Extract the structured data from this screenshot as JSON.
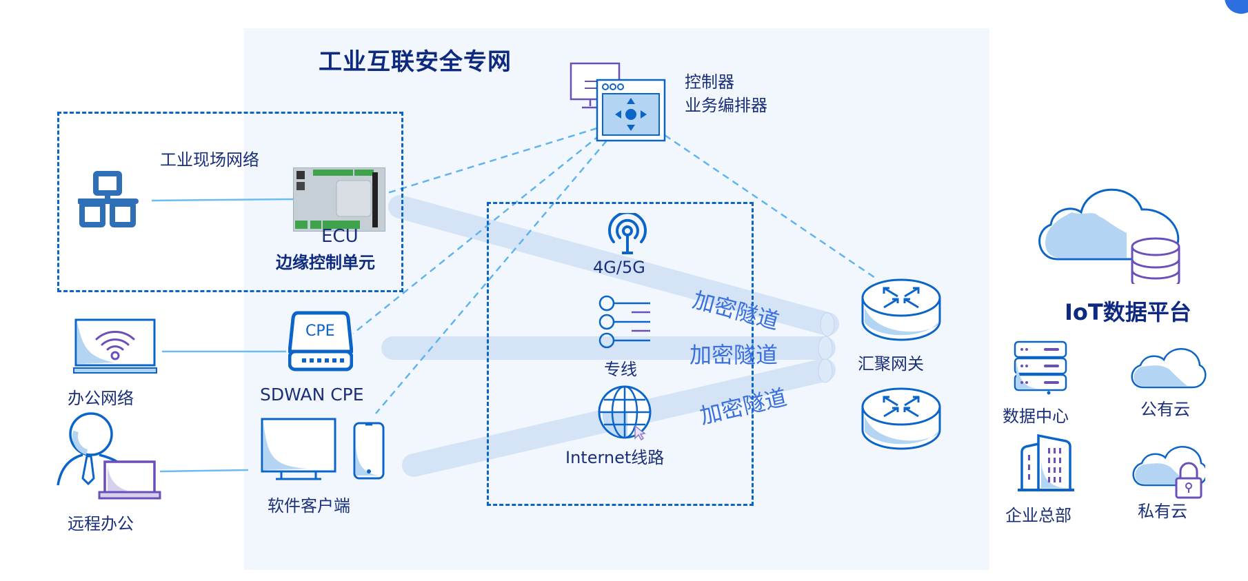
{
  "diagram": {
    "title": "工业互联安全专网",
    "controller": {
      "line1": "控制器",
      "line2": "业务编排器"
    },
    "field_network": {
      "label": "工业现场网络"
    },
    "ecu": {
      "name": "ECU",
      "subtitle": "边缘控制单元"
    },
    "office": {
      "label": "办公网络"
    },
    "cpe": {
      "badge": "CPE",
      "label": "SDWAN CPE"
    },
    "remote": {
      "label": "远程办公"
    },
    "software_client": {
      "label": "软件客户端"
    },
    "links": [
      {
        "id": "4g5g",
        "label": "4G/5G",
        "icon": "antenna-icon"
      },
      {
        "id": "leased",
        "label": "专线",
        "icon": "leased-line-icon"
      },
      {
        "id": "internet",
        "label": "Internet线路",
        "icon": "globe-icon"
      }
    ],
    "tunnels": [
      {
        "label": "加密隧道"
      },
      {
        "label": "加密隧道"
      },
      {
        "label": "加密隧道"
      }
    ],
    "gateway": {
      "label": "汇聚网关"
    },
    "iot_platform": {
      "label": "IoT数据平台"
    },
    "destinations": [
      {
        "label": "数据中心",
        "icon": "server-rack-icon"
      },
      {
        "label": "公有云",
        "icon": "cloud-icon"
      },
      {
        "label": "企业总部",
        "icon": "building-icon"
      },
      {
        "label": "私有云",
        "icon": "cloud-lock-icon"
      }
    ],
    "colors": {
      "primary": "#0b64c8",
      "dark_text": "#0d2a80",
      "tunnel": "#cfe0f5",
      "tunnel_text": "#3a6fe0",
      "accent_purple": "#6a4fb8",
      "panel_bg": "#f2f7fe"
    }
  }
}
